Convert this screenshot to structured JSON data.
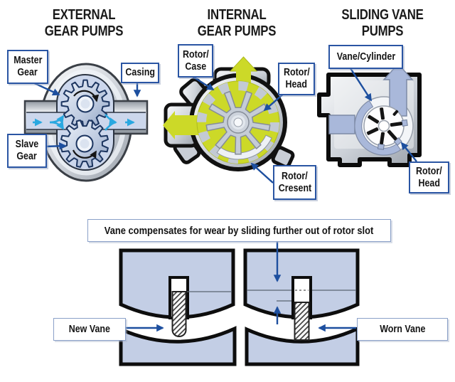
{
  "diagram": {
    "external": {
      "title": [
        "EXTERNAL",
        "GEAR PUMPS"
      ],
      "labels": {
        "master_gear": [
          "Master",
          "Gear"
        ],
        "casing": [
          "Casing"
        ],
        "slave_gear": [
          "Slave",
          "Gear"
        ]
      }
    },
    "internal": {
      "title": [
        "INTERNAL",
        "GEAR PUMPS"
      ],
      "labels": {
        "rotor_case": [
          "Rotor/",
          "Case"
        ],
        "rotor_head": [
          "Rotor/",
          "Head"
        ],
        "rotor_cresent": [
          "Rotor/",
          "Cresent"
        ]
      }
    },
    "sliding_vane": {
      "title": [
        "SLIDING VANE",
        "PUMPS"
      ],
      "labels": {
        "vane_cylinder": [
          "Vane/Cylinder"
        ],
        "rotor_head": [
          "Rotor/",
          "Head"
        ]
      }
    },
    "wear": {
      "callout": "Vane compensates for wear by sliding further out of rotor slot",
      "new_vane": "New Vane",
      "worn_vane": "Worn Vane"
    }
  },
  "colors": {
    "label_border_blue": "#2a55a3",
    "leader_blue": "#1d4f9f",
    "flow_arrow_blue": "#29a8e0",
    "fluid_light_blue": "#ccd7ec",
    "fluid_yellow_green": "#ccd928",
    "periwinkle_channel": "#a9b8da",
    "wear_block_blue": "#c3cee5",
    "casing_gray": "#c6ccd3",
    "outline_black": "#111111"
  }
}
